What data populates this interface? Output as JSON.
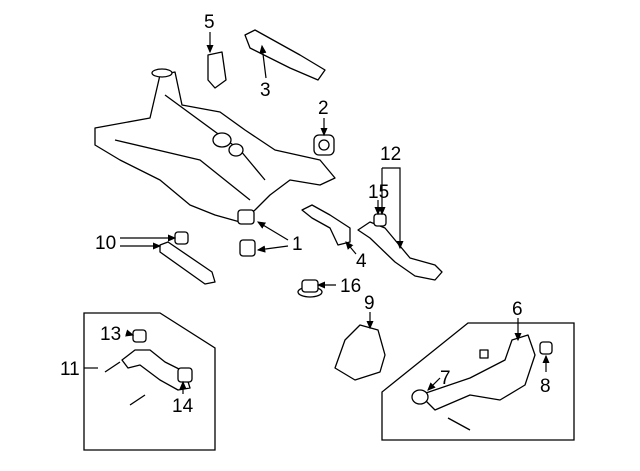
{
  "diagram": {
    "type": "exploded parts diagram - rear suspension subframe",
    "callouts": {
      "c1": "1",
      "c2": "2",
      "c3": "3",
      "c4": "4",
      "c5": "5",
      "c6": "6",
      "c7": "7",
      "c8": "8",
      "c9": "9",
      "c10": "10",
      "c11": "11",
      "c12": "12",
      "c13": "13",
      "c14": "14",
      "c15": "15",
      "c16": "16"
    }
  }
}
